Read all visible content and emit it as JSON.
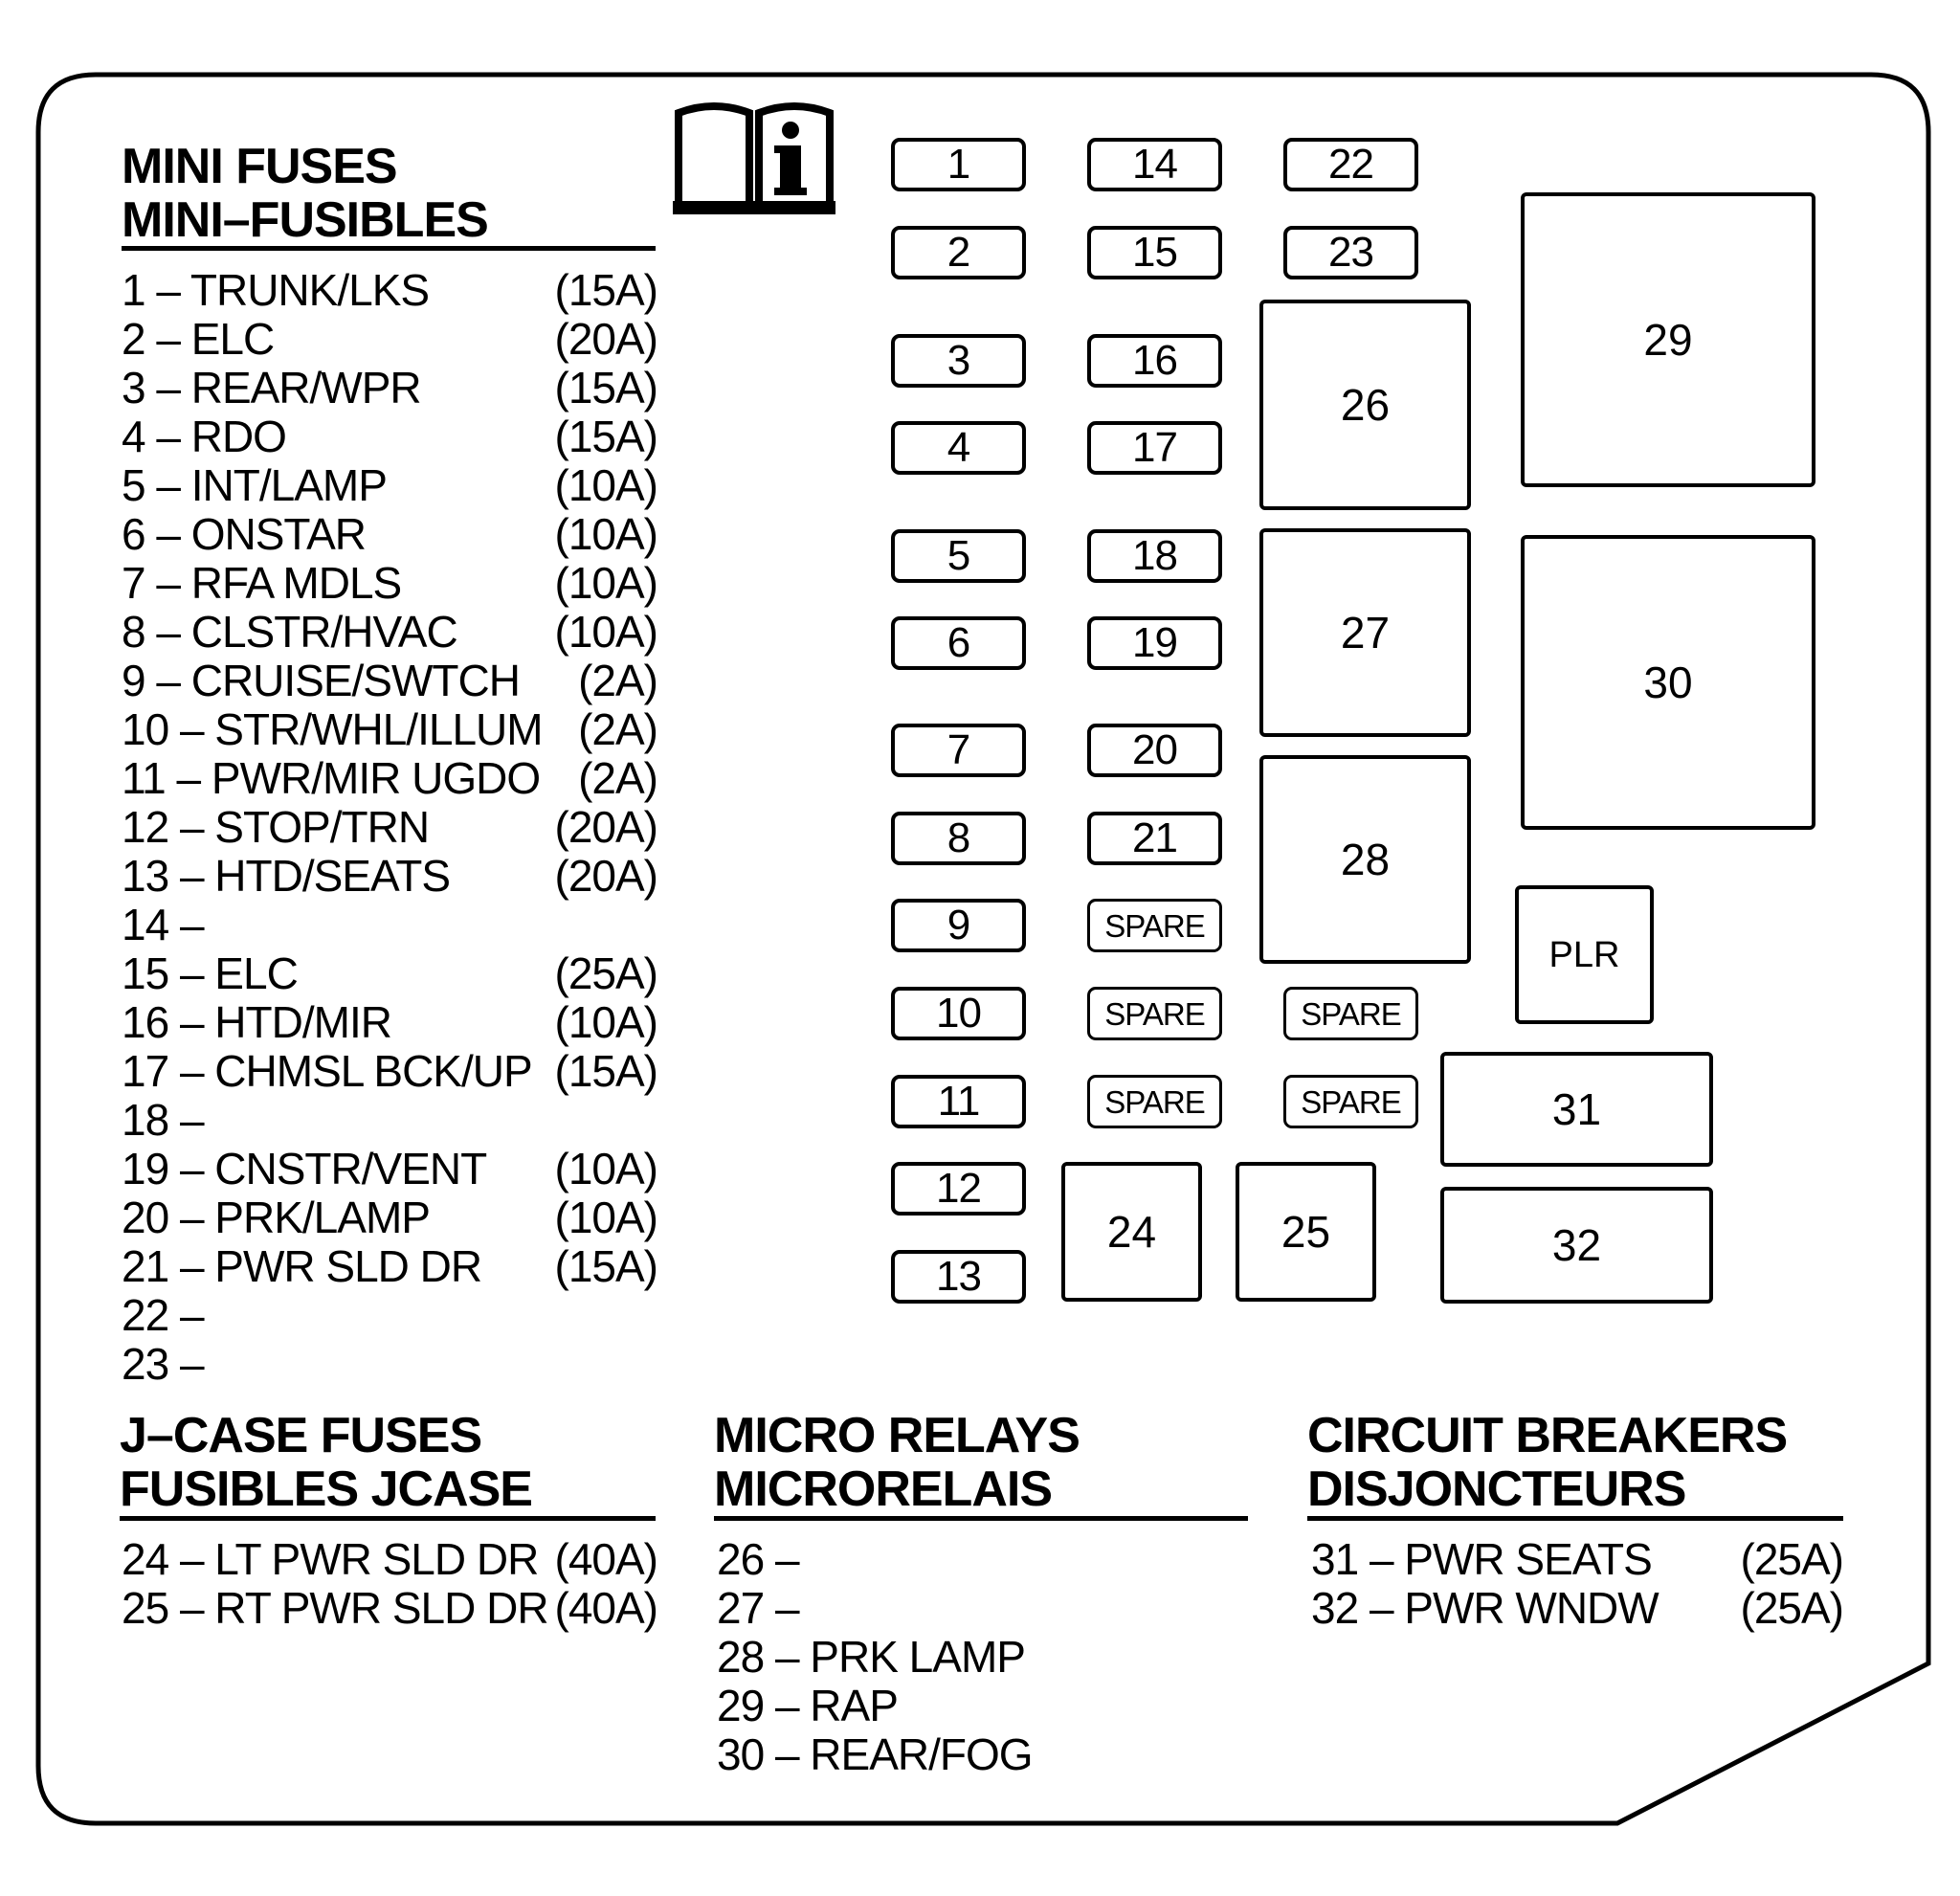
{
  "mini_fuses": {
    "title": "MINI FUSES",
    "subtitle": "MINI–FUSIBLES",
    "items": [
      {
        "label": "1 – TRUNK/LKS",
        "amp": "(15A)"
      },
      {
        "label": "2 – ELC",
        "amp": "(20A)"
      },
      {
        "label": "3 – REAR/WPR",
        "amp": "(15A)"
      },
      {
        "label": "4 – RDO",
        "amp": "(15A)"
      },
      {
        "label": "5 – INT/LAMP",
        "amp": "(10A)"
      },
      {
        "label": "6 – ONSTAR",
        "amp": "(10A)"
      },
      {
        "label": "7 – RFA MDLS",
        "amp": "(10A)"
      },
      {
        "label": "8 – CLSTR/HVAC",
        "amp": "(10A)"
      },
      {
        "label": "9 – CRUISE/SWTCH",
        "amp": "(2A)"
      },
      {
        "label": "10 – STR/WHL/ILLUM",
        "amp": "(2A)"
      },
      {
        "label": "11 – PWR/MIR UGDO",
        "amp": "(2A)"
      },
      {
        "label": "12 – STOP/TRN",
        "amp": "(20A)"
      },
      {
        "label": "13 – HTD/SEATS",
        "amp": "(20A)"
      },
      {
        "label": "14 –",
        "amp": ""
      },
      {
        "label": "15 – ELC",
        "amp": "(25A)"
      },
      {
        "label": "16 – HTD/MIR",
        "amp": "(10A)"
      },
      {
        "label": "17 – CHMSL BCK/UP",
        "amp": "(15A)"
      },
      {
        "label": "18 –",
        "amp": ""
      },
      {
        "label": "19 – CNSTR/VENT",
        "amp": "(10A)"
      },
      {
        "label": "20 – PRK/LAMP",
        "amp": "(10A)"
      },
      {
        "label": "21 – PWR SLD DR",
        "amp": "(15A)"
      },
      {
        "label": "22 –",
        "amp": ""
      },
      {
        "label": "23 –",
        "amp": ""
      }
    ]
  },
  "jcase_fuses": {
    "title": "J–CASE FUSES",
    "subtitle": "FUSIBLES JCASE",
    "items": [
      {
        "label": "24 – LT PWR SLD DR",
        "amp": "(40A)"
      },
      {
        "label": "25 – RT PWR SLD DR",
        "amp": "(40A)"
      }
    ]
  },
  "micro_relays": {
    "title": "MICRO RELAYS",
    "subtitle": "MICRORELAIS",
    "items": [
      {
        "label": "26 –"
      },
      {
        "label": "27 –"
      },
      {
        "label": "28 – PRK LAMP"
      },
      {
        "label": "29 – RAP"
      },
      {
        "label": "30 – REAR/FOG"
      }
    ]
  },
  "circuit_breakers": {
    "title": "CIRCUIT BREAKERS",
    "subtitle": "DISJONCTEURS",
    "items": [
      {
        "label": "31 – PWR SEATS",
        "amp": "(25A)"
      },
      {
        "label": "32 – PWR WNDW",
        "amp": "(25A)"
      }
    ]
  },
  "panel": {
    "icon": "owner-manual-info-icon",
    "slots": {
      "f1": "1",
      "f2": "2",
      "f3": "3",
      "f4": "4",
      "f5": "5",
      "f6": "6",
      "f7": "7",
      "f8": "8",
      "f9": "9",
      "f10": "10",
      "f11": "11",
      "f12": "12",
      "f13": "13",
      "f14": "14",
      "f15": "15",
      "f16": "16",
      "f17": "17",
      "f18": "18",
      "f19": "19",
      "f20": "20",
      "f21": "21",
      "f22": "22",
      "f23": "23",
      "spare": "SPARE",
      "b24": "24",
      "b25": "25",
      "r26": "26",
      "r27": "27",
      "r28": "28",
      "r29": "29",
      "r30": "30",
      "cb31": "31",
      "cb32": "32",
      "plr": "PLR"
    }
  }
}
